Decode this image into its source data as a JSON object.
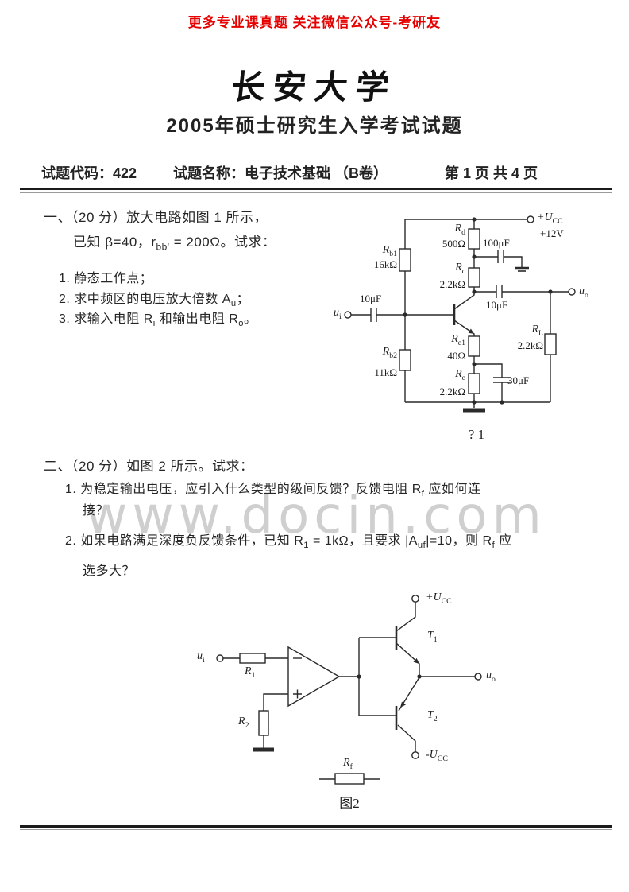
{
  "banner": "更多专业课真题 关注微信公众号-考研友",
  "logo": "长安大学",
  "title": "2005年硕士研究生入学考试试题",
  "header": {
    "code": "试题代码：422",
    "name": "试题名称：电子技术基础 （B卷）",
    "page": "第 1 页 共 4 页"
  },
  "question1": {
    "intro1": "一、（20 分）放大电路如图 1 所示，",
    "intro2": "已知 β=40，r_{bb'} = 200Ω。试求：",
    "items": [
      "1. 静态工作点；",
      "2. 求中频区的电压放大倍数 A_{u}；",
      "3. 求输入电阻 R_{i} 和输出电阻 R_{o}。"
    ]
  },
  "question2": {
    "intro": "二、（20 分）如图 2 所示。试求：",
    "item1_line1": "1. 为稳定输出电压，应引入什么类型的级间反馈？反馈电阻 R_{f} 应如何连",
    "item1_line2": "接？",
    "item2_line1": "2. 如果电路满足深度负反馈条件，已知 R_{1} = 1kΩ，且要求 |A_{uf}|=10，则 R_{f} 应",
    "item2_line2": "选多大？"
  },
  "watermark": "www.docin.com",
  "figure1": {
    "caption": "? 1",
    "labels": {
      "ucc": "+U_{CC}",
      "ucc_val": "+12V",
      "rb1": "R_{b1}",
      "rb1_val": "16kΩ",
      "rd": "R_{d}",
      "rd_val": "500Ω",
      "c_decouple": "100μF",
      "rc": "R_{c}",
      "rc_val": "2.2kΩ",
      "c_in": "10μF",
      "c_out": "10μF",
      "ui": "u_{i}",
      "uo": "u_{o}",
      "rb2": "R_{b2}",
      "rb2_val": "11kΩ",
      "re1": "R_{e1}",
      "re1_val": "40Ω",
      "re2": "R_{e}",
      "re2_val": "2.2kΩ",
      "c_bypass": "30μF",
      "rl": "R_{L}",
      "rl_val": "2.2kΩ"
    }
  },
  "figure2": {
    "caption": "图2",
    "labels": {
      "ui": "u_{i}",
      "r1": "R_{1}",
      "r2": "R_{2}",
      "t1": "T_{1}",
      "t2": "T_{2}",
      "ucc_pos": "+U_{CC}",
      "ucc_neg": "-U_{CC}",
      "uo": "u_{o}",
      "rf": "R_{f}"
    }
  }
}
